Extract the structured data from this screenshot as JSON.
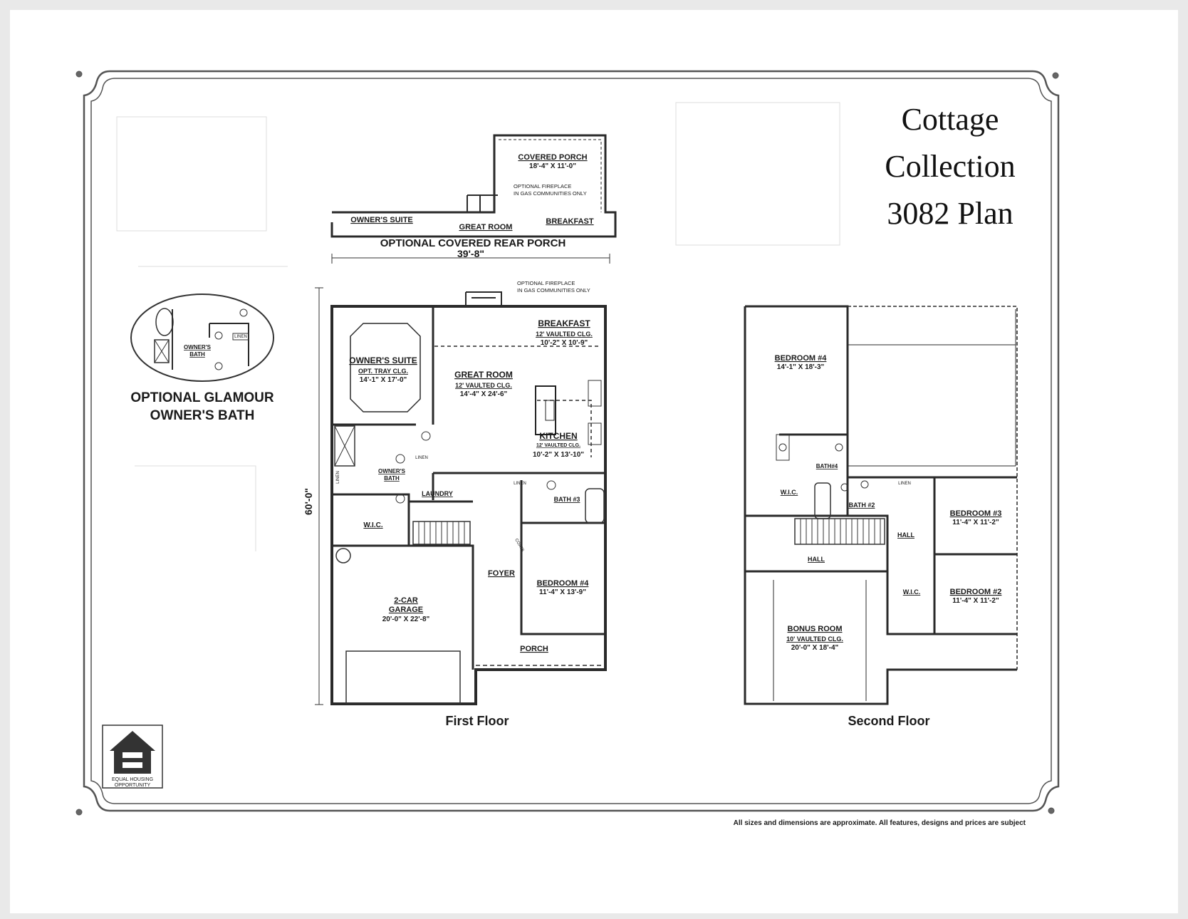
{
  "title": {
    "line1": "Cottage",
    "line2": "Collection",
    "line3": "3082 Plan"
  },
  "rear_porch": {
    "covered_porch": "COVERED PORCH",
    "covered_porch_dim": "18'-4\" X 11'-0\"",
    "fireplace_note_1": "OPTIONAL FIREPLACE",
    "fireplace_note_2": "IN GAS COMMUNITIES ONLY",
    "owners_suite": "OWNER'S SUITE",
    "great_room": "GREAT ROOM",
    "breakfast": "BREAKFAST",
    "caption": "OPTIONAL COVERED REAR PORCH"
  },
  "glamour_bath": {
    "label_1": "OWNER'S",
    "label_2": "BATH",
    "linen": "LINEN",
    "caption_1": "OPTIONAL GLAMOUR",
    "caption_2": "OWNER'S BATH"
  },
  "first_floor": {
    "width_dim": "39'-8\"",
    "depth_dim": "60'-0\"",
    "fireplace_note_1": "OPTIONAL FIREPLACE",
    "fireplace_note_2": "IN GAS COMMUNITIES ONLY",
    "breakfast": "BREAKFAST",
    "breakfast_clg": "12' VAULTED CLG.",
    "breakfast_dim": "10'-2\" X 10'-9\"",
    "owners_suite": "OWNER'S SUITE",
    "owners_suite_clg": "OPT. TRAY CLG.",
    "owners_suite_dim": "14'-1\" X 17'-0\"",
    "great_room": "GREAT ROOM",
    "great_room_clg": "12' VAULTED CLG.",
    "great_room_dim": "14'-4\" X 24'-6\"",
    "kitchen": "KITCHEN",
    "kitchen_clg": "12' VAULTED CLG.",
    "kitchen_dim": "10'-2\" X 13'-10\"",
    "owners_bath_1": "OWNER'S",
    "owners_bath_2": "BATH",
    "linen": "LINEN",
    "linen_side": "LINEN",
    "laundry": "LAUNDRY",
    "wic": "W.I.C.",
    "linen_bath3": "LINEN",
    "bath3": "BATH #3",
    "coats": "COATS",
    "foyer": "FOYER",
    "bedroom4": "BEDROOM #4",
    "bedroom4_dim": "11'-4\" X 13'-9\"",
    "garage_1": "2-CAR",
    "garage_2": "GARAGE",
    "garage_dim": "20'-0\" X 22'-8\"",
    "porch": "PORCH",
    "caption": "First Floor"
  },
  "second_floor": {
    "bedroom4": "BEDROOM #4",
    "bedroom4_dim": "14'-1\" X 18'-3\"",
    "bath4": "BATH#4",
    "wic": "W.I.C.",
    "linen": "LINEN",
    "bath2": "BATH #2",
    "bedroom3": "BEDROOM #3",
    "bedroom3_dim": "11'-4\" X 11'-2\"",
    "hall_right": "HALL",
    "hall_left": "HALL",
    "wic2": "W.I.C.",
    "bedroom2": "BEDROOM #2",
    "bedroom2_dim": "11'-4\" X 11'-2\"",
    "bonus_room": "BONUS ROOM",
    "bonus_clg": "10' VAULTED CLG.",
    "bonus_dim": "20'-0\" X 18'-4\"",
    "caption": "Second Floor"
  },
  "logo": {
    "line1": "EQUAL HOUSING",
    "line2": "OPPORTUNITY"
  },
  "disclaimer": "All sizes and dimensions are approximate. All features, designs and prices are subject"
}
